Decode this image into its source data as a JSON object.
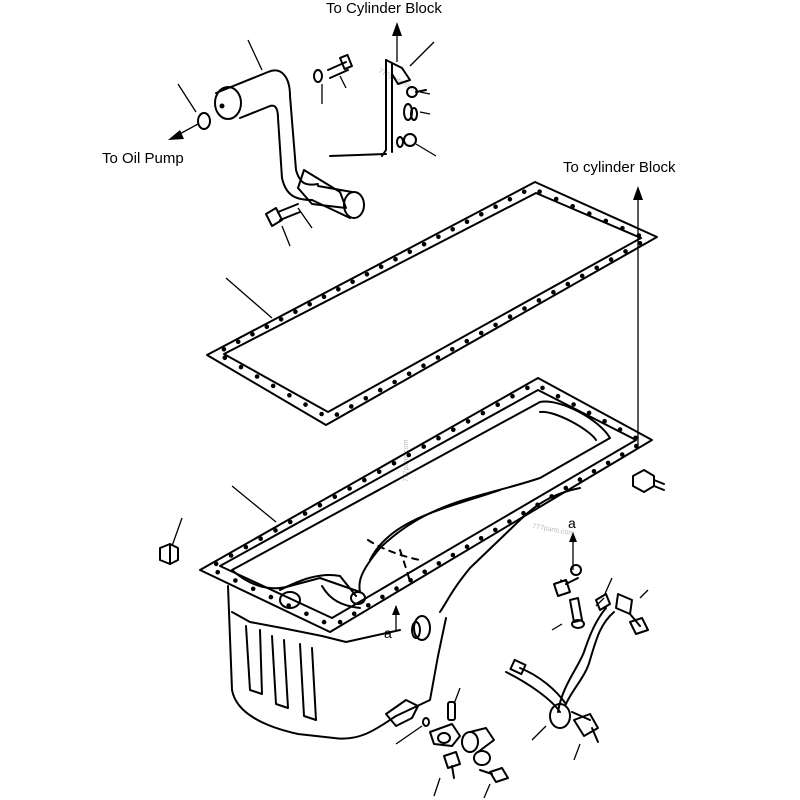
{
  "labels": {
    "to_cylinder_block_top": "To Cylinder Block",
    "to_oil_pump": "To Oil Pump",
    "to_cylinder_block_right": "To cylinder Block",
    "mark_a_upper": "a",
    "mark_a_lower": "a"
  },
  "watermarks": {
    "wm1": "777parts.com",
    "wm2": "777parts.com",
    "wm3": "777parts.com"
  }
}
